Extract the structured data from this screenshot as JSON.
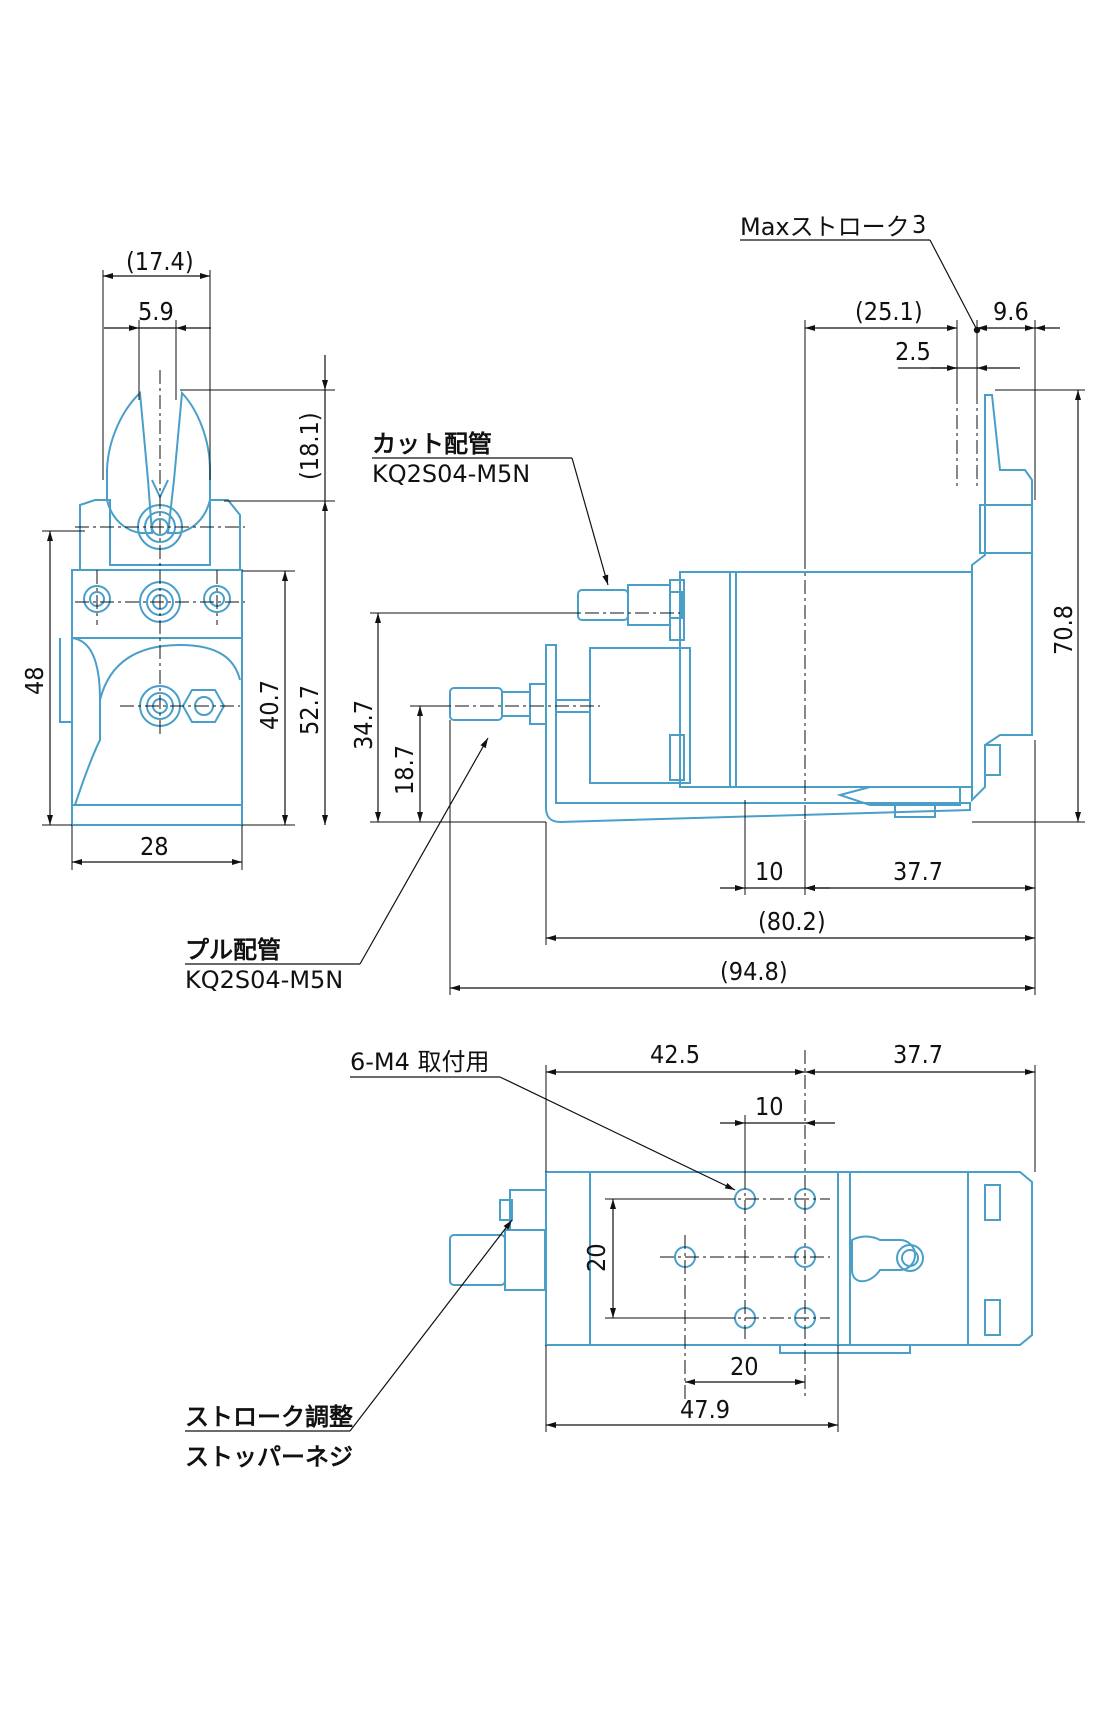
{
  "front_view": {
    "dim_width_jaw": "(17.4)",
    "dim_jaw_gap": "5.9",
    "dim_jaw_height": "(18.1)",
    "dim_height_48": "48",
    "dim_height_40_7": "40.7",
    "dim_height_52_7": "52.7",
    "dim_width_28": "28"
  },
  "side_view": {
    "max_stroke_label": "Maxストローク",
    "max_stroke_value": "3",
    "dim_25_1": "(25.1)",
    "dim_9_6": "9.6",
    "dim_2_5": "2.5",
    "dim_70_8": "70.8",
    "dim_34_7": "34.7",
    "dim_18_7": "18.7",
    "dim_10": "10",
    "dim_37_7": "37.7",
    "dim_80_2": "(80.2)",
    "dim_94_8": "(94.8)",
    "cut_port_title": "カット配管",
    "cut_port_part": "KQ2S04-M5N",
    "pull_port_title": "プル配管",
    "pull_port_part": "KQ2S04-M5N"
  },
  "bottom_view": {
    "mount_label": "6-M4 取付用",
    "dim_42_5": "42.5",
    "dim_37_7": "37.7",
    "dim_10": "10",
    "dim_20_v": "20",
    "dim_20_h": "20",
    "dim_47_9": "47.9",
    "stroke_adjust_line1": "ストローク調整",
    "stroke_adjust_line2": "ストッパーネジ"
  }
}
